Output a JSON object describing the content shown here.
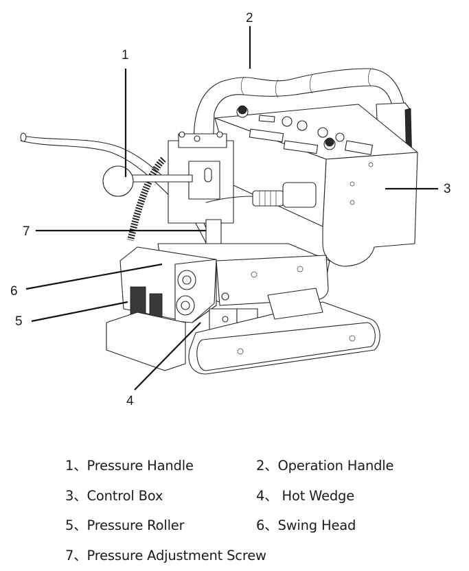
{
  "diagram": {
    "subject": "Hot wedge welding machine",
    "callouts": [
      {
        "number": "1",
        "target": "Pressure Handle"
      },
      {
        "number": "2",
        "target": "Operation Handle"
      },
      {
        "number": "3",
        "target": "Control Box"
      },
      {
        "number": "4",
        "target": "Hot Wedge"
      },
      {
        "number": "5",
        "target": "Pressure Roller"
      },
      {
        "number": "6",
        "target": "Swing Head"
      },
      {
        "number": "7",
        "target": "Pressure Adjustment Screw"
      }
    ]
  },
  "legend": {
    "items": [
      {
        "label": "1、Pressure Handle"
      },
      {
        "label": "2、Operation Handle"
      },
      {
        "label": "3、Control Box"
      },
      {
        "label": "4、 Hot Wedge"
      },
      {
        "label": "5、Pressure Roller"
      },
      {
        "label": "6、Swing Head"
      },
      {
        "label": "7、Pressure Adjustment Screw"
      }
    ]
  }
}
